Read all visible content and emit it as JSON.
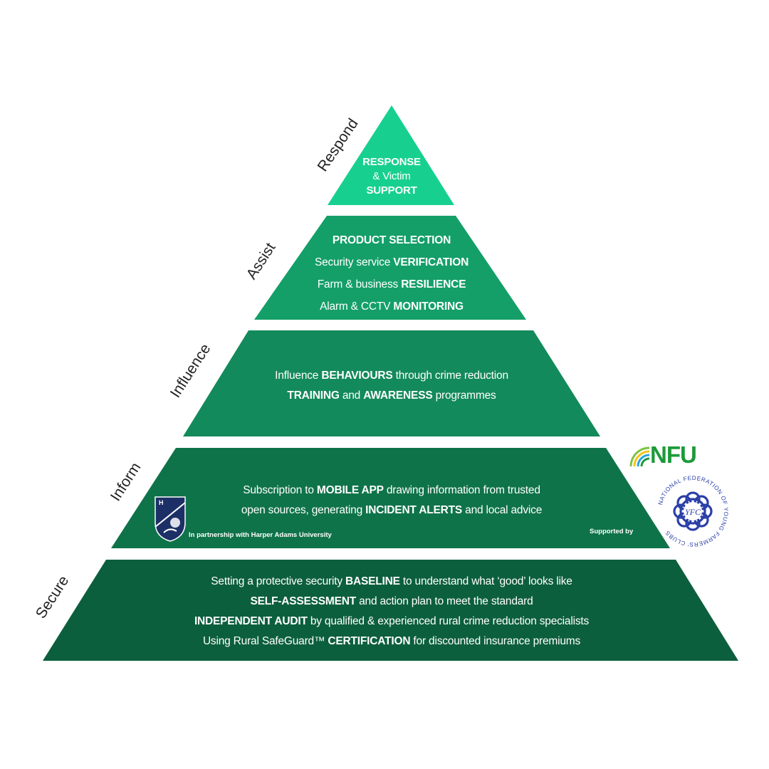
{
  "colors": {
    "respond": "#17d08f",
    "assist": "#149f69",
    "influence": "#138a5b",
    "inform": "#0f7349",
    "secure": "#0c5f3d",
    "nfu_green": "#1d9a3a",
    "yfc_blue": "#2b3fa8"
  },
  "tiers": [
    {
      "id": "respond",
      "side_label": "Respond",
      "lines": [
        [
          {
            "t": "RESPONSE",
            "b": true
          }
        ],
        [
          {
            "t": "& Victim",
            "b": false
          }
        ],
        [
          {
            "t": "SUPPORT",
            "b": true
          }
        ]
      ]
    },
    {
      "id": "assist",
      "side_label": "Assist",
      "lines": [
        [
          {
            "t": "PRODUCT SELECTION",
            "b": true
          }
        ],
        [
          {
            "t": "Security service ",
            "b": false
          },
          {
            "t": "VERIFICATION",
            "b": true
          }
        ],
        [
          {
            "t": "Farm & business ",
            "b": false
          },
          {
            "t": "RESILIENCE",
            "b": true
          }
        ],
        [
          {
            "t": "Alarm & CCTV ",
            "b": false
          },
          {
            "t": "MONITORING",
            "b": true
          }
        ]
      ]
    },
    {
      "id": "influence",
      "side_label": "Influence",
      "lines": [
        [
          {
            "t": "Influence ",
            "b": false
          },
          {
            "t": "BEHAVIOURS",
            "b": true
          },
          {
            "t": " through crime reduction",
            "b": false
          }
        ],
        [
          {
            "t": "TRAINING",
            "b": true
          },
          {
            "t": " and ",
            "b": false
          },
          {
            "t": "AWARENESS",
            "b": true
          },
          {
            "t": " programmes",
            "b": false
          }
        ]
      ]
    },
    {
      "id": "inform",
      "side_label": "Inform",
      "lines": [
        [
          {
            "t": "Subscription to ",
            "b": false
          },
          {
            "t": "MOBILE APP",
            "b": true
          },
          {
            "t": " drawing information from trusted",
            "b": false
          }
        ],
        [
          {
            "t": "open sources, generating ",
            "b": false
          },
          {
            "t": "INCIDENT ALERTS",
            "b": true
          },
          {
            "t": " and local advice",
            "b": false
          }
        ]
      ],
      "partnership_note": "In partnership with Harper Adams University",
      "supported_note": "Supported by"
    },
    {
      "id": "secure",
      "side_label": "Secure",
      "lines": [
        [
          {
            "t": "Setting a protective security ",
            "b": false
          },
          {
            "t": "BASELINE",
            "b": true
          },
          {
            "t": " to understand what ‘good’ looks like",
            "b": false
          }
        ],
        [
          {
            "t": "SELF-ASSESSMENT",
            "b": true
          },
          {
            "t": " and action plan to meet the standard",
            "b": false
          }
        ],
        [
          {
            "t": "INDEPENDENT AUDIT",
            "b": true
          },
          {
            "t": " by qualified & experienced rural crime reduction specialists",
            "b": false
          }
        ],
        [
          {
            "t": "Using Rural SafeGuard™ ",
            "b": false
          },
          {
            "t": "CERTIFICATION",
            "b": true
          },
          {
            "t": " for discounted insurance premiums",
            "b": false
          }
        ]
      ]
    }
  ],
  "logos": {
    "nfu_text": "NFU",
    "yfc_ring_text": "NATIONAL FEDERATION OF YOUNG FARMERS' CLUBS",
    "yfc_monogram": "YFC",
    "harper_letter": "H"
  }
}
